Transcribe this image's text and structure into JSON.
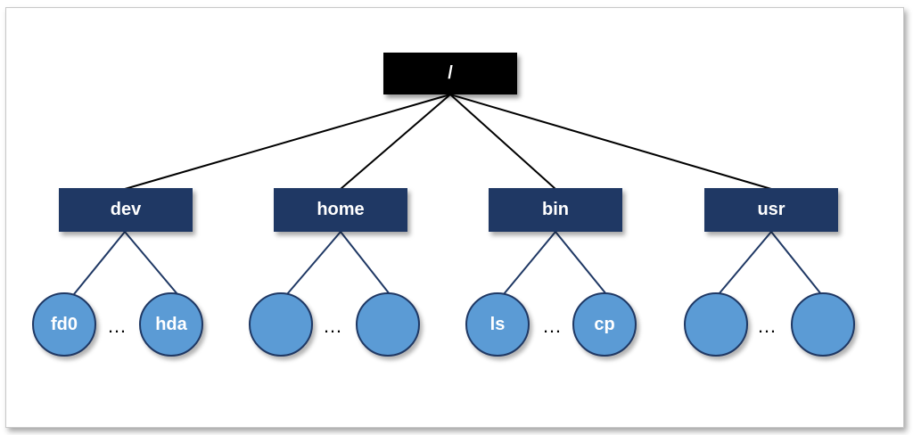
{
  "colors": {
    "root_fill": "#000000",
    "dir_fill": "#1f3864",
    "leaf_fill": "#5b9bd5",
    "leaf_stroke": "#1f3864",
    "text": "#ffffff"
  },
  "tree": {
    "root": {
      "label": "/"
    },
    "dirs": [
      {
        "label": "dev",
        "children": [
          "fd0",
          "hda"
        ],
        "ellipsis": "…"
      },
      {
        "label": "home",
        "children": [
          "",
          ""
        ],
        "ellipsis": "…"
      },
      {
        "label": "bin",
        "children": [
          "ls",
          "cp"
        ],
        "ellipsis": "…"
      },
      {
        "label": "usr",
        "children": [
          "",
          ""
        ],
        "ellipsis": "…"
      }
    ]
  }
}
